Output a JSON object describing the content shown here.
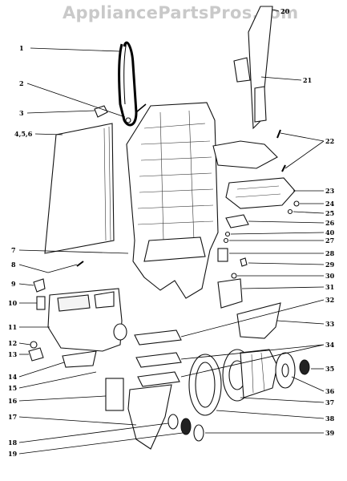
{
  "watermark": "AppliancePartsPros.com",
  "callouts": [
    {
      "text": "1"
    },
    {
      "text": "2"
    },
    {
      "text": "3"
    },
    {
      "text": "4,5,6"
    },
    {
      "text": "7"
    },
    {
      "text": "8"
    },
    {
      "text": "9"
    },
    {
      "text": "10"
    },
    {
      "text": "11"
    },
    {
      "text": "12"
    },
    {
      "text": "13"
    },
    {
      "text": "14"
    },
    {
      "text": "15"
    },
    {
      "text": "16"
    },
    {
      "text": "17"
    },
    {
      "text": "18"
    },
    {
      "text": "19"
    },
    {
      "text": "20"
    },
    {
      "text": "21"
    },
    {
      "text": "22"
    },
    {
      "text": "23"
    },
    {
      "text": "24"
    },
    {
      "text": "25"
    },
    {
      "text": "26"
    },
    {
      "text": "40"
    },
    {
      "text": "27"
    },
    {
      "text": "28"
    },
    {
      "text": "29"
    },
    {
      "text": "30"
    },
    {
      "text": "31"
    },
    {
      "text": "32"
    },
    {
      "text": "33"
    },
    {
      "text": "34"
    },
    {
      "text": "35"
    },
    {
      "text": "36"
    },
    {
      "text": "37"
    },
    {
      "text": "38"
    },
    {
      "text": "39"
    }
  ]
}
